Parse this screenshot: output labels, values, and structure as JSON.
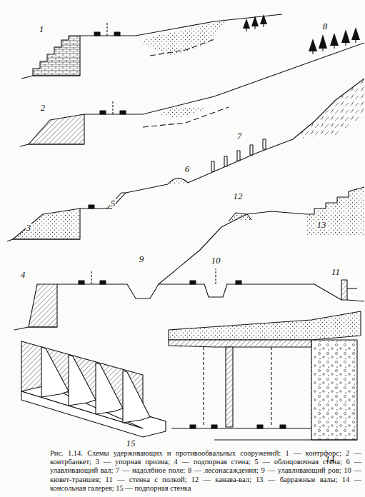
{
  "diagram": {
    "caption": "Рис. 1.14. Схемы удерживающих и противообвальных сооружений: 1 — контрфорс; 2 — контрбанкет; 3 — упорная призма; 4 — подпорная стена; 5 — облицовочная стена; 6 — улавливающий вал; 7 — надолбное поле; 8 — лесонасаждения; 9 — улавливающий ров; 10 — кювет-траншея; 11 — стенка с полкой; 12 — канава-вал; 13 — барражные валы; 14 — консольная галерея; 15 — подпорная стенка",
    "labels": [
      "1",
      "2",
      "3",
      "4",
      "5",
      "6",
      "7",
      "8",
      "9",
      "10",
      "11",
      "12",
      "13",
      "14",
      "15"
    ]
  }
}
